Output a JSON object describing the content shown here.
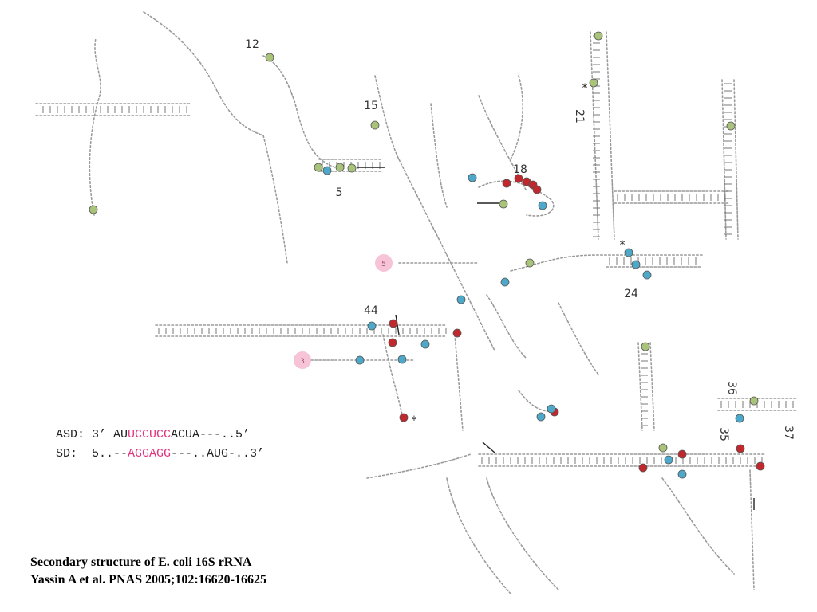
{
  "helix_labels": [
    "12",
    "15",
    "5",
    "18",
    "21",
    "24",
    "44",
    "36",
    "35",
    "37"
  ],
  "sequences": {
    "asd": {
      "prefix": "ASD: 3’ AU",
      "motif": "UCCUCC",
      "suffix": "ACUA---..5’"
    },
    "sd": {
      "prefix": "SD:  5..--",
      "motif": "AGGAGG",
      "suffix": "---..AUG-..3’"
    }
  },
  "caption": {
    "title": "Secondary structure of E. coli 16S rRNA",
    "citation": "Yassin A et al. PNAS 2005;102:16620-16625"
  },
  "marker_colors": {
    "red": "#c0282d",
    "blue": "#4ea8c9",
    "green": "#a9c47a",
    "pink": "#f4b8d0"
  },
  "terminal_labels": {
    "five_prime": "5",
    "three_prime": "3"
  },
  "asterisk": "*"
}
